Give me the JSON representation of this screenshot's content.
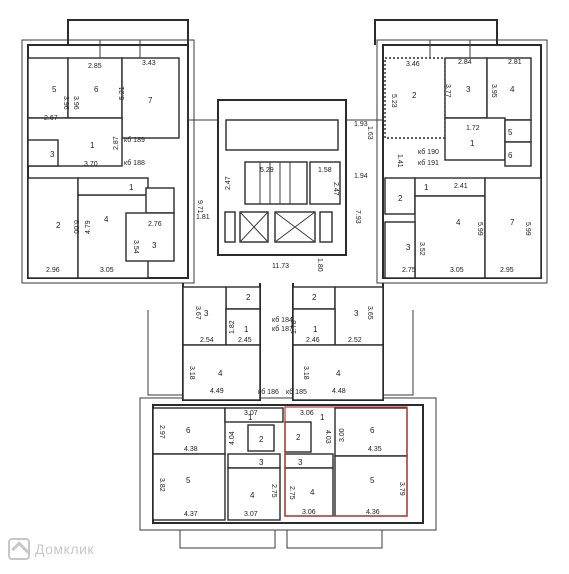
{
  "watermark": {
    "text": "Домклик",
    "icon": "house-logo-icon"
  },
  "colors": {
    "wall": "#2b2b2b",
    "highlight": "#c0392b",
    "watermark": "#9a9a9a"
  },
  "labels": [
    {
      "id": "a1",
      "t": "2.85"
    },
    {
      "id": "a2",
      "t": "3.43"
    },
    {
      "id": "a3",
      "t": "5"
    },
    {
      "id": "a4",
      "t": "3.96"
    },
    {
      "id": "a5",
      "t": "6"
    },
    {
      "id": "a6",
      "t": "3.96"
    },
    {
      "id": "a7",
      "t": "5.21"
    },
    {
      "id": "a8",
      "t": "7"
    },
    {
      "id": "a9",
      "t": "2.67"
    },
    {
      "id": "a10",
      "t": "1"
    },
    {
      "id": "a11",
      "t": "2.87"
    },
    {
      "id": "a12",
      "t": "кб 189"
    },
    {
      "id": "a13",
      "t": "3"
    },
    {
      "id": "a14",
      "t": "3.70"
    },
    {
      "id": "a15",
      "t": "кб 188"
    },
    {
      "id": "a16",
      "t": "1"
    },
    {
      "id": "a17",
      "t": "9.71"
    },
    {
      "id": "a18",
      "t": "2"
    },
    {
      "id": "a19",
      "t": "4"
    },
    {
      "id": "a20",
      "t": "6.00"
    },
    {
      "id": "a21",
      "t": "4.79"
    },
    {
      "id": "a22",
      "t": "2.76"
    },
    {
      "id": "a23",
      "t": "1.81"
    },
    {
      "id": "a24",
      "t": "3"
    },
    {
      "id": "a25",
      "t": "3.54"
    },
    {
      "id": "a26",
      "t": "2.96"
    },
    {
      "id": "a27",
      "t": "3.05"
    },
    {
      "id": "b1",
      "t": "1.93"
    },
    {
      "id": "b2",
      "t": "1.63"
    },
    {
      "id": "b3",
      "t": "2.47"
    },
    {
      "id": "b4",
      "t": "5.29"
    },
    {
      "id": "b5",
      "t": "1.58"
    },
    {
      "id": "b6",
      "t": "2.47"
    },
    {
      "id": "b7",
      "t": "1.94"
    },
    {
      "id": "b8",
      "t": "7.93"
    },
    {
      "id": "b9",
      "t": "11.73"
    },
    {
      "id": "b10",
      "t": "1.80"
    },
    {
      "id": "c1",
      "t": "3.46"
    },
    {
      "id": "c2",
      "t": "2.84"
    },
    {
      "id": "c3",
      "t": "2.81"
    },
    {
      "id": "c4",
      "t": "5.23"
    },
    {
      "id": "c5",
      "t": "2"
    },
    {
      "id": "c6",
      "t": "3.77"
    },
    {
      "id": "c7",
      "t": "3"
    },
    {
      "id": "c8",
      "t": "3.95"
    },
    {
      "id": "c9",
      "t": "4"
    },
    {
      "id": "c10",
      "t": "1.72"
    },
    {
      "id": "c11",
      "t": "1"
    },
    {
      "id": "c12",
      "t": "5"
    },
    {
      "id": "c13",
      "t": "кб 190"
    },
    {
      "id": "c14",
      "t": "1.41"
    },
    {
      "id": "c15",
      "t": "6"
    },
    {
      "id": "c16",
      "t": "кб 191"
    },
    {
      "id": "c17",
      "t": "1"
    },
    {
      "id": "c18",
      "t": "2.41"
    },
    {
      "id": "c19",
      "t": "2"
    },
    {
      "id": "c20",
      "t": "4"
    },
    {
      "id": "c21",
      "t": "5.99"
    },
    {
      "id": "c22",
      "t": "7"
    },
    {
      "id": "c23",
      "t": "5.99"
    },
    {
      "id": "c24",
      "t": "3"
    },
    {
      "id": "c25",
      "t": "3.52"
    },
    {
      "id": "c26",
      "t": "2.75"
    },
    {
      "id": "c27",
      "t": "3.05"
    },
    {
      "id": "c28",
      "t": "2.95"
    },
    {
      "id": "d1",
      "t": "2"
    },
    {
      "id": "d2",
      "t": "3"
    },
    {
      "id": "d3",
      "t": "3.67"
    },
    {
      "id": "d4",
      "t": "1.82"
    },
    {
      "id": "d5",
      "t": "1"
    },
    {
      "id": "d6",
      "t": "кб 184"
    },
    {
      "id": "d7",
      "t": "кб 187"
    },
    {
      "id": "d8",
      "t": "2.54"
    },
    {
      "id": "d9",
      "t": "2.45"
    },
    {
      "id": "d10",
      "t": "3.18"
    },
    {
      "id": "d11",
      "t": "4"
    },
    {
      "id": "d12",
      "t": "4.49"
    },
    {
      "id": "e1",
      "t": "2"
    },
    {
      "id": "e2",
      "t": "3"
    },
    {
      "id": "e3",
      "t": "3.65"
    },
    {
      "id": "e4",
      "t": "1"
    },
    {
      "id": "e5",
      "t": "1.78"
    },
    {
      "id": "e6",
      "t": "2.46"
    },
    {
      "id": "e7",
      "t": "2.52"
    },
    {
      "id": "e8",
      "t": "3.18"
    },
    {
      "id": "e9",
      "t": "4"
    },
    {
      "id": "e10",
      "t": "4.48"
    },
    {
      "id": "f1",
      "t": "кб 186"
    },
    {
      "id": "f2",
      "t": "кб 185"
    },
    {
      "id": "f3",
      "t": "3.07"
    },
    {
      "id": "f4",
      "t": "3.06"
    },
    {
      "id": "f5",
      "t": "2.97"
    },
    {
      "id": "f6",
      "t": "6"
    },
    {
      "id": "f7",
      "t": "4.04"
    },
    {
      "id": "f8",
      "t": "1"
    },
    {
      "id": "f9",
      "t": "2"
    },
    {
      "id": "f10",
      "t": "4.38"
    },
    {
      "id": "f11",
      "t": "3"
    },
    {
      "id": "f12",
      "t": "5"
    },
    {
      "id": "f13",
      "t": "3.82"
    },
    {
      "id": "f14",
      "t": "4"
    },
    {
      "id": "f15",
      "t": "2.75"
    },
    {
      "id": "f16",
      "t": "4.37"
    },
    {
      "id": "f17",
      "t": "3.07"
    },
    {
      "id": "g1",
      "t": "1"
    },
    {
      "id": "g2",
      "t": "4.03"
    },
    {
      "id": "g3",
      "t": "3.00"
    },
    {
      "id": "g4",
      "t": "6"
    },
    {
      "id": "g5",
      "t": "2"
    },
    {
      "id": "g6",
      "t": "4.35"
    },
    {
      "id": "g7",
      "t": "3"
    },
    {
      "id": "g8",
      "t": "5"
    },
    {
      "id": "g9",
      "t": "3.79"
    },
    {
      "id": "g10",
      "t": "4"
    },
    {
      "id": "g11",
      "t": "2.75"
    },
    {
      "id": "g12",
      "t": "3.06"
    },
    {
      "id": "g13",
      "t": "4.36"
    }
  ]
}
